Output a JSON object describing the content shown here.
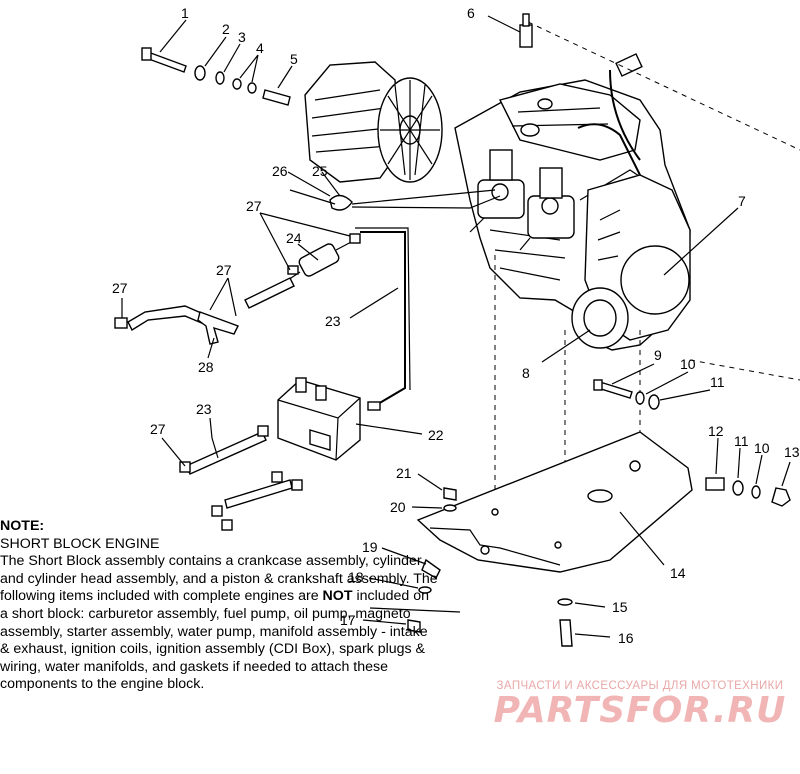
{
  "callouts": [
    {
      "id": "1",
      "label": "1"
    },
    {
      "id": "2",
      "label": "2"
    },
    {
      "id": "3",
      "label": "3"
    },
    {
      "id": "4",
      "label": "4"
    },
    {
      "id": "5",
      "label": "5"
    },
    {
      "id": "6",
      "label": "6"
    },
    {
      "id": "7",
      "label": "7"
    },
    {
      "id": "8",
      "label": "8"
    },
    {
      "id": "9",
      "label": "9"
    },
    {
      "id": "10a",
      "label": "10"
    },
    {
      "id": "10b",
      "label": "10"
    },
    {
      "id": "11a",
      "label": "11"
    },
    {
      "id": "11b",
      "label": "11"
    },
    {
      "id": "12",
      "label": "12"
    },
    {
      "id": "13",
      "label": "13"
    },
    {
      "id": "14",
      "label": "14"
    },
    {
      "id": "15",
      "label": "15"
    },
    {
      "id": "16",
      "label": "16"
    },
    {
      "id": "17",
      "label": "17"
    },
    {
      "id": "18",
      "label": "18"
    },
    {
      "id": "19",
      "label": "19"
    },
    {
      "id": "20",
      "label": "20"
    },
    {
      "id": "21",
      "label": "21"
    },
    {
      "id": "22",
      "label": "22"
    },
    {
      "id": "23a",
      "label": "23"
    },
    {
      "id": "23b",
      "label": "23"
    },
    {
      "id": "24",
      "label": "24"
    },
    {
      "id": "25",
      "label": "25"
    },
    {
      "id": "26",
      "label": "26"
    },
    {
      "id": "27a",
      "label": "27"
    },
    {
      "id": "27b",
      "label": "27"
    },
    {
      "id": "27c",
      "label": "27"
    },
    {
      "id": "27d",
      "label": "27"
    },
    {
      "id": "28",
      "label": "28"
    }
  ],
  "note": {
    "title": "NOTE:",
    "subtitle": "SHORT BLOCK ENGINE",
    "body_before": "The Short Block assembly contains a crankcase assembly, cylinder and cylinder head assembly, and a piston & crankshaft assembly.  The following items included with complete engines are ",
    "emphasis": "NOT",
    "body_after": " included on a short block:  carburetor assembly, fuel pump, oil pump, magneto assembly, starter assembly, water pump, manifold assembly - intake & exhaust, ignition coils, ignition assembly (CDI Box), spark plugs & wiring, water manifolds, and gaskets if needed to attach these components to the engine block."
  },
  "watermark": {
    "tagline": "ЗАПЧАСТИ И АКСЕССУАРЫ ДЛЯ МОТОТЕХНИКИ",
    "logo": "PARTSFOR.RU"
  }
}
